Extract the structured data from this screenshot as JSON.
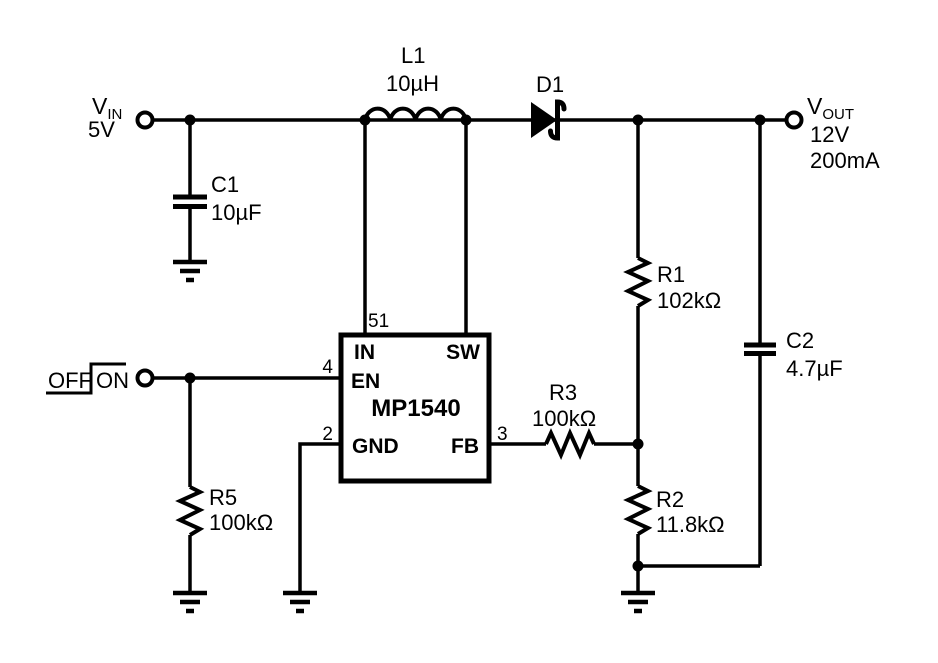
{
  "colors": {
    "ink": "#000000",
    "background": "#ffffff"
  },
  "terminals": {
    "vin": {
      "name": "V",
      "sub": "IN",
      "value": "5V"
    },
    "vout": {
      "name": "V",
      "sub": "OUT",
      "voltage": "12V",
      "current": "200mA"
    },
    "enable": {
      "off": "OFF",
      "on": "ON"
    }
  },
  "components": {
    "c1": {
      "ref": "C1",
      "value": "10µF"
    },
    "l1": {
      "ref": "L1",
      "value": "10µH"
    },
    "d1": {
      "ref": "D1"
    },
    "r1": {
      "ref": "R1",
      "value": "102kΩ"
    },
    "c2": {
      "ref": "C2",
      "value": "4.7µF"
    },
    "r3": {
      "ref": "R3",
      "value": "100kΩ"
    },
    "r2": {
      "ref": "R2",
      "value": "11.8kΩ"
    },
    "r5": {
      "ref": "R5",
      "value": "100kΩ"
    }
  },
  "ic": {
    "part": "MP1540",
    "pins": {
      "in": {
        "label": "IN",
        "number": "51"
      },
      "sw": {
        "label": "SW"
      },
      "en": {
        "label": "EN",
        "number": "4"
      },
      "gnd": {
        "label": "GND",
        "number": "2"
      },
      "fb": {
        "label": "FB",
        "number": "3"
      }
    }
  }
}
